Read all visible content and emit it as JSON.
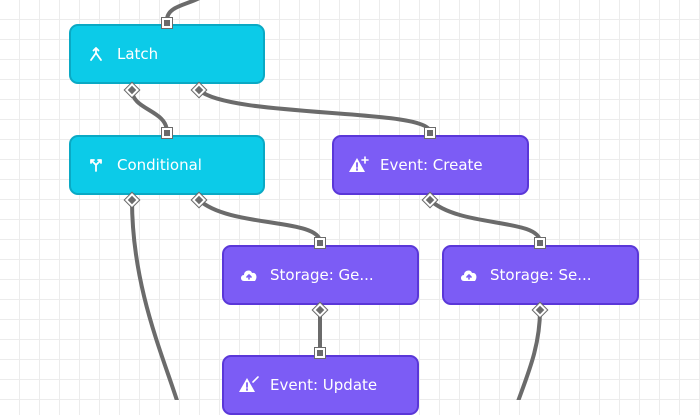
{
  "canvas": {
    "nodes": [
      {
        "id": "latch",
        "label": "Latch",
        "icon": "merge-icon",
        "color": "#0ccbe8"
      },
      {
        "id": "conditional",
        "label": "Conditional",
        "icon": "split-icon",
        "color": "#0ccbe8"
      },
      {
        "id": "event_create",
        "label": "Event: Create",
        "icon": "warning-plus-icon",
        "color": "#7c5cf5"
      },
      {
        "id": "storage_get",
        "label": "Storage: Ge...",
        "icon": "cloud-upload-icon",
        "color": "#7c5cf5"
      },
      {
        "id": "storage_set",
        "label": "Storage: Se...",
        "icon": "cloud-upload-icon",
        "color": "#7c5cf5"
      },
      {
        "id": "event_update",
        "label": "Event: Update",
        "icon": "warning-edit-icon",
        "color": "#7c5cf5"
      }
    ],
    "wire_color": "#6b6b6b",
    "connections": [
      {
        "from": "latch",
        "to": "conditional"
      },
      {
        "from": "latch",
        "to": "event_create"
      },
      {
        "from": "conditional",
        "to": "storage_get"
      },
      {
        "from": "event_create",
        "to": "storage_set"
      },
      {
        "from": "storage_get",
        "to": "event_update"
      }
    ]
  }
}
